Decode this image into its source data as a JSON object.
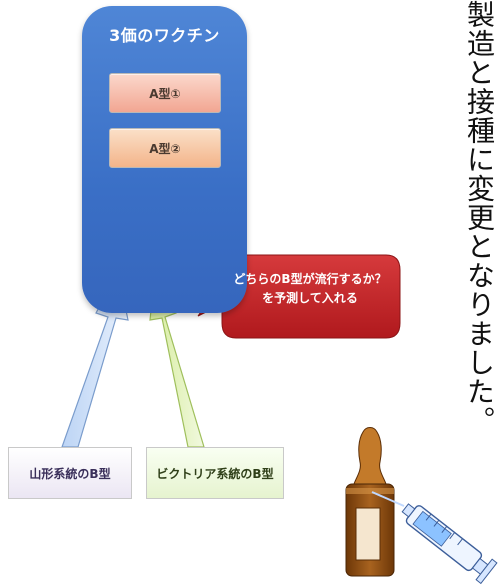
{
  "vaccine": {
    "title": "3価のワクチン",
    "strains": [
      "A型①",
      "A型②"
    ]
  },
  "lineages": {
    "yamagata": "山形系統のB型",
    "victoria": "ビクトリア系統のB型"
  },
  "callout": {
    "line1": "どちらのB型が流行するか？",
    "line2": "を予測して入れる"
  },
  "side_text": "製造と接種に変更となりました。",
  "colors": {
    "vaccine_box": "#3a6fc6",
    "callout": "#c0282b",
    "arrow_blue": "#cfe0f7",
    "arrow_green": "#e4f3c6",
    "ampoule": "#8a4b12",
    "syringe": "#6fb2ff"
  }
}
